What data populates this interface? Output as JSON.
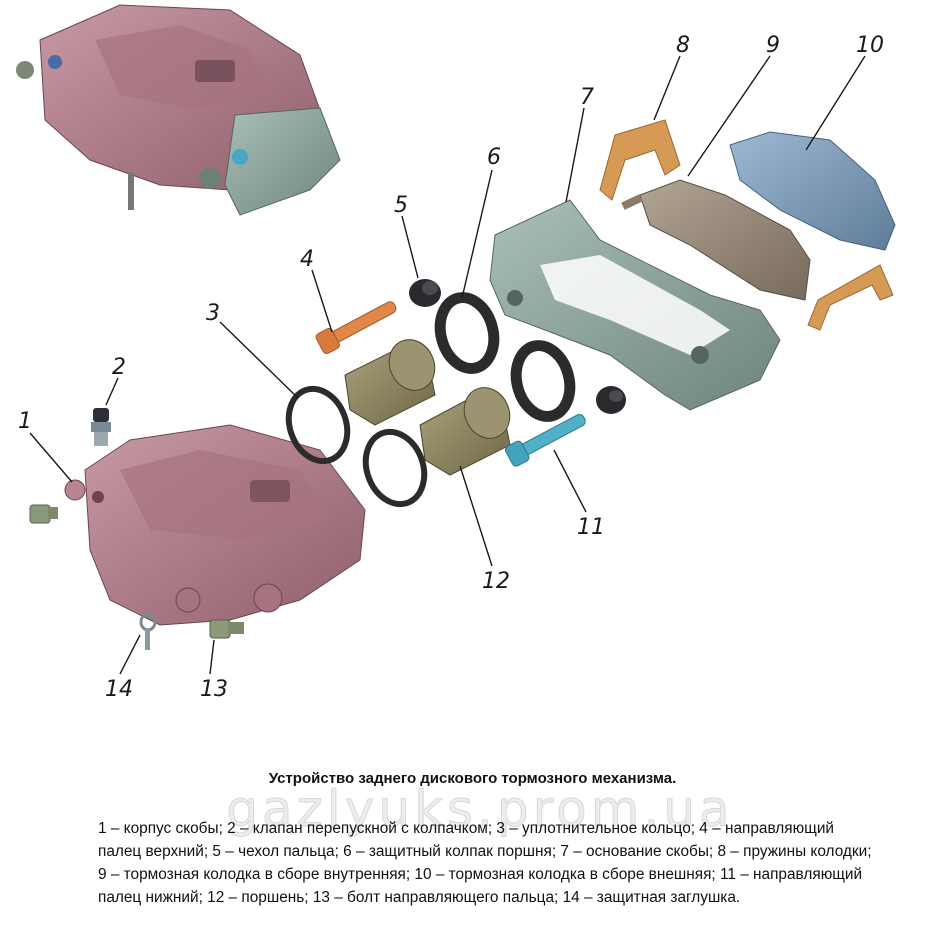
{
  "callouts": [
    "1",
    "2",
    "3",
    "4",
    "5",
    "6",
    "7",
    "8",
    "9",
    "10",
    "11",
    "12",
    "13",
    "14"
  ],
  "caption": {
    "title": "Устройство заднего дискового тормозного механизма.",
    "body": "1 – корпус скобы; 2 – клапан перепускной с колпачком; 3 – уплотнительное кольцо; 4 – направляющий палец верхний; 5 – чехол пальца; 6 – защитный колпак поршня; 7 – основание скобы; 8 – пружины колодки; 9 – тормозная колодка в сборе внутренняя; 10 – тормозная колодка в сборе внешняя; 11 – направляющий палец нижний; 12 – поршень; 13 – болт направляющего пальца; 14 – защитная заглушка."
  },
  "watermark": "gazlyuks.prom.ua",
  "colors": {
    "caliper": "#b8848f",
    "caliper_dark": "#8f5f6b",
    "bracket": "#8fa8a0",
    "bracket_dark": "#6d857d",
    "pad_inner": "#9b8c7c",
    "pad_outer": "#7f9cb8",
    "spring": "#d79a55",
    "piston": "#8c8560",
    "pin_upper": "#e0884a",
    "pin_lower": "#4fb0c8",
    "ring": "#2b2b2b"
  }
}
